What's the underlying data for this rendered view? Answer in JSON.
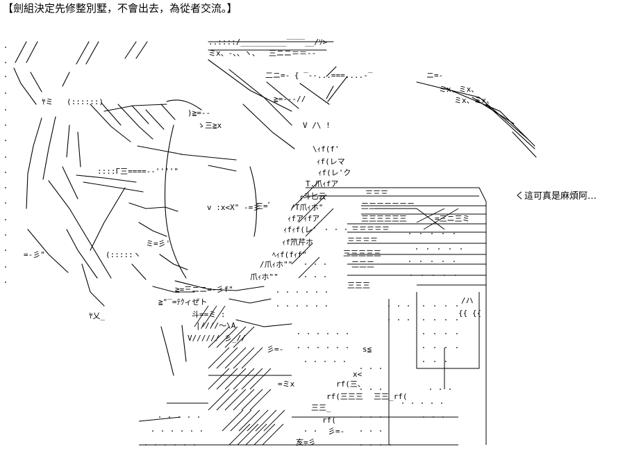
{
  "caption": "【劍組決定先修整別墅，不會出去，為從者交流。】",
  "speech": "く這可真是麻煩阿…",
  "ascii_art_fragments": {
    "top_ribbon": "..::::/__________‾‾‾‾__/ｿ>",
    "ribbon_a": "ミx、-、、ヽ、    ‾三ニニ＝＝--",
    "ribbon_b": "二ニ=-   {   ‾--...===....-‾",
    "ribbon_c": "≧=--‐//",
    "right_streak_a": "ニ=-",
    "right_streak_b": "ミx、ミx、",
    "right_streak_c": "ミx、ミx、",
    "hair_a": "V /\\ !",
    "hair_b": "\\ｨf(f'",
    "hair_c": "ｨf(レマ",
    "hair_d": "ｨf(レ'ク",
    "hair_e": "T.爪ｨfア",
    "collar_a": "┌斗匕云",
    "collar_b": "/T爪ｨホ\"",
    "collar_c": "ｨfアｨfア",
    "collar_d": "ｨfｨf(レ'",
    "collar_e": "ｨf笊芹ホ",
    "collar_f": "ﾍｨf(fｨf\"",
    "collar_g": "/爪ｨホ\"\"",
    "collar_h": "爪ｨホ\"\"",
    "face_a": ")≧=--",
    "face_b": "ゝ三≧x",
    "face_c": "::::Γ三====--''''\"",
    "face_d": "v :x<X\" -=彡",
    "face_e": "三=ﾞ",
    "chin_a": "≧=三ニニ=-彡f\"",
    "chin_b": "≧\"‾=ﾃｸィぜト",
    "chin_c": "斗==ミ :",
    "chin_d": "|////〜\\A",
    "chin_e": "V////// 彡_//",
    "neck_a": "彡=-",
    "neck_b": "=ミx",
    "neck_c": "rf(三、",
    "neck_d": "rf(三三三",
    "neck_e": "三三_rf(",
    "neck_f": "三三_",
    "neck_g": "rf(",
    "neck_h": "亥=彡",
    "body_a": "三三三",
    "body_b": "三三三三三三三",
    "body_c": "三三三三三三",
    "body_d": "三三三三三",
    "body_e": "三三三三",
    "body_f": "三三三三三",
    "body_g": "三三三",
    "body_h": "三三三",
    "body_i": "=三ニ三ミ",
    "right_panel_a": "/ハ",
    "right_panel_b": "{{ {{",
    "left_hair_a": "ﾔミ",
    "left_hair_b": "(::::::)",
    "left_hair_c": "=-彡\"",
    "left_hair_d": "ﾔ乂_",
    "eye_a": "ミ=彡'",
    "eye_b": "(:::::ヽ",
    "sx_a": "s≦",
    "sx_b": "x<",
    "sx_c": "彡=-"
  }
}
